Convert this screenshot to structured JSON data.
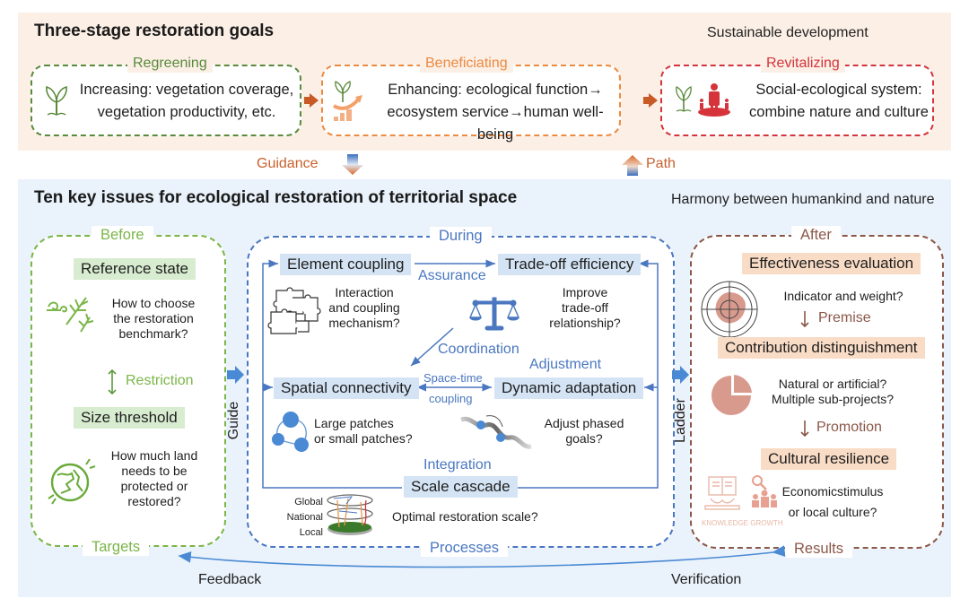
{
  "top": {
    "title": "Three-stage restoration goals",
    "right_label": "Sustainable development",
    "stages": [
      {
        "tag": "Regreening",
        "line1": "Increasing: vegetation coverage,",
        "line2": "vegetation productivity, etc.",
        "color": "#5a8a3c",
        "icon": "seedling-icon"
      },
      {
        "tag": "Beneficiating",
        "line1": "Enhancing: ecological function→",
        "line2": "ecosystem service→human well-being",
        "color": "#ec8a40",
        "icon": "seedling-growth-icon"
      },
      {
        "tag": "Revitalizing",
        "line1": "Social-ecological system:",
        "line2": "combine nature and culture",
        "color": "#d4343a",
        "icon": "seedling-people-icon"
      }
    ]
  },
  "connectors": {
    "guidance": "Guidance",
    "path": "Path"
  },
  "bottom": {
    "title": "Ten key issues for ecological restoration of territorial space",
    "right_label": "Harmony between humankind and nature",
    "before": {
      "tag": "Before",
      "footer": "Targets",
      "issue1": {
        "title": "Reference state",
        "q1": "How to choose",
        "q2": "the restoration",
        "q3": "benchmark?"
      },
      "relation": "Restriction",
      "issue2": {
        "title": "Size threshold",
        "q1": "How much land",
        "q2": "needs to be",
        "q3": "protected or",
        "q4": "restored?"
      }
    },
    "guide_label": "Guide",
    "ladder_label": "Ladder",
    "during": {
      "tag": "During",
      "footer": "Processes",
      "element_coupling": {
        "title": "Element coupling",
        "q1": "Interaction",
        "q2": "and coupling",
        "q3": "mechanism?"
      },
      "tradeoff": {
        "title": "Trade-off efficiency",
        "q1": "Improve",
        "q2": "trade-off",
        "q3": "relationship?"
      },
      "spatial": {
        "title": "Spatial connectivity",
        "q1": "Large patches",
        "q2": "or small patches?"
      },
      "dynamic": {
        "title": "Dynamic adaptation",
        "q1": "Adjust phased",
        "q2": "goals?"
      },
      "scale": {
        "title": "Scale cascade",
        "q1": "Optimal restoration scale?",
        "levels": [
          "Global",
          "National",
          "Local"
        ]
      },
      "relations": {
        "assurance": "Assurance",
        "coordination": "Coordination",
        "adjustment": "Adjustment",
        "space_time_1": "Space-time",
        "space_time_2": "coupling",
        "integration": "Integration"
      }
    },
    "after": {
      "tag": "After",
      "footer": "Results",
      "effectiveness": {
        "title": "Effectiveness evaluation",
        "q1": "Indicator and weight?"
      },
      "premise": "Premise",
      "contribution": {
        "title": "Contribution distinguishment",
        "q1": "Natural or artificial?",
        "q2": "Multiple sub-projects?"
      },
      "promotion": "Promotion",
      "cultural": {
        "title": "Cultural resilience",
        "q1": "Economicstimulus",
        "q2": "or local culture?",
        "icon_caption": "KNOWLEDGE GROWTH"
      }
    },
    "feedback": "Feedback",
    "verification": "Verification"
  }
}
